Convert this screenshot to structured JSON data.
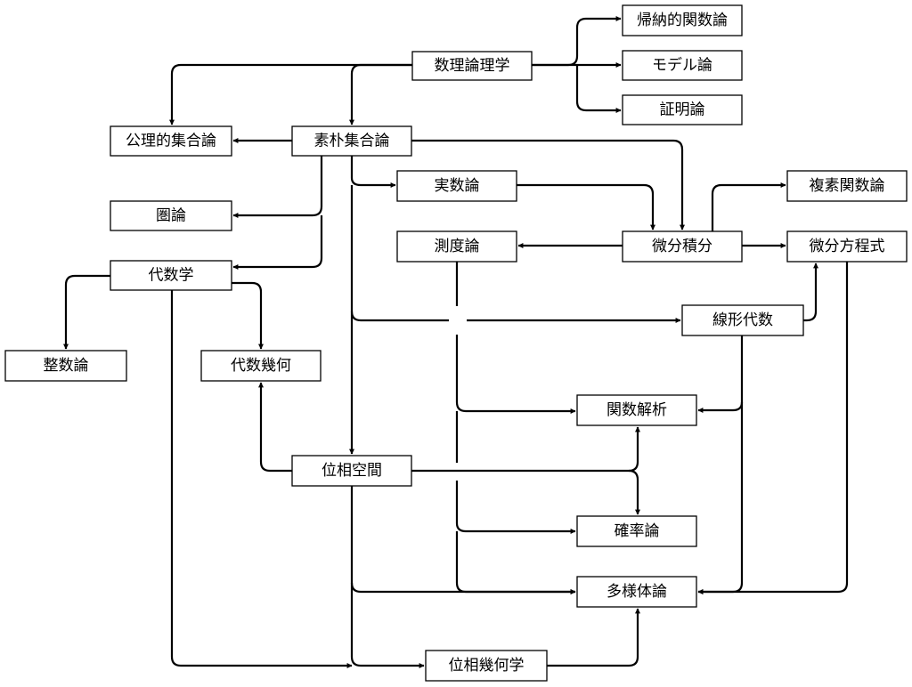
{
  "nodes": {
    "mathematical_logic": "数理論理学",
    "recursion_theory": "帰納的関数論",
    "model_theory": "モデル論",
    "proof_theory": "証明論",
    "axiomatic_set_theory": "公理的集合論",
    "naive_set_theory": "素朴集合論",
    "category_theory": "圏論",
    "real_analysis": "実数論",
    "complex_analysis": "複素関数論",
    "measure_theory": "測度論",
    "calculus": "微分積分",
    "differential_equations": "微分方程式",
    "algebra": "代数学",
    "linear_algebra": "線形代数",
    "number_theory": "整数論",
    "algebraic_geometry": "代数幾何",
    "functional_analysis": "関数解析",
    "topological_space": "位相空間",
    "probability_theory": "確率論",
    "manifold_theory": "多様体論",
    "topological_geometry": "位相幾何学"
  },
  "edges": [
    [
      "mathematical_logic",
      "recursion_theory"
    ],
    [
      "mathematical_logic",
      "model_theory"
    ],
    [
      "mathematical_logic",
      "proof_theory"
    ],
    [
      "mathematical_logic",
      "axiomatic_set_theory"
    ],
    [
      "mathematical_logic",
      "naive_set_theory"
    ],
    [
      "naive_set_theory",
      "axiomatic_set_theory"
    ],
    [
      "naive_set_theory",
      "category_theory"
    ],
    [
      "naive_set_theory",
      "algebra"
    ],
    [
      "naive_set_theory",
      "real_analysis"
    ],
    [
      "naive_set_theory",
      "calculus"
    ],
    [
      "naive_set_theory",
      "linear_algebra"
    ],
    [
      "naive_set_theory",
      "topological_space"
    ],
    [
      "naive_set_theory",
      "manifold_theory"
    ],
    [
      "naive_set_theory",
      "topological_geometry"
    ],
    [
      "real_analysis",
      "calculus"
    ],
    [
      "calculus",
      "measure_theory"
    ],
    [
      "calculus",
      "differential_equations"
    ],
    [
      "calculus",
      "complex_analysis"
    ],
    [
      "linear_algebra",
      "differential_equations"
    ],
    [
      "linear_algebra",
      "functional_analysis"
    ],
    [
      "linear_algebra",
      "manifold_theory"
    ],
    [
      "algebra",
      "number_theory"
    ],
    [
      "algebra",
      "algebraic_geometry"
    ],
    [
      "algebra",
      "topological_geometry"
    ],
    [
      "measure_theory",
      "functional_analysis"
    ],
    [
      "measure_theory",
      "probability_theory"
    ],
    [
      "measure_theory",
      "manifold_theory"
    ],
    [
      "topological_space",
      "algebraic_geometry"
    ],
    [
      "topological_space",
      "functional_analysis"
    ],
    [
      "topological_space",
      "probability_theory"
    ],
    [
      "topological_geometry",
      "manifold_theory"
    ],
    [
      "differential_equations",
      "manifold_theory"
    ]
  ]
}
